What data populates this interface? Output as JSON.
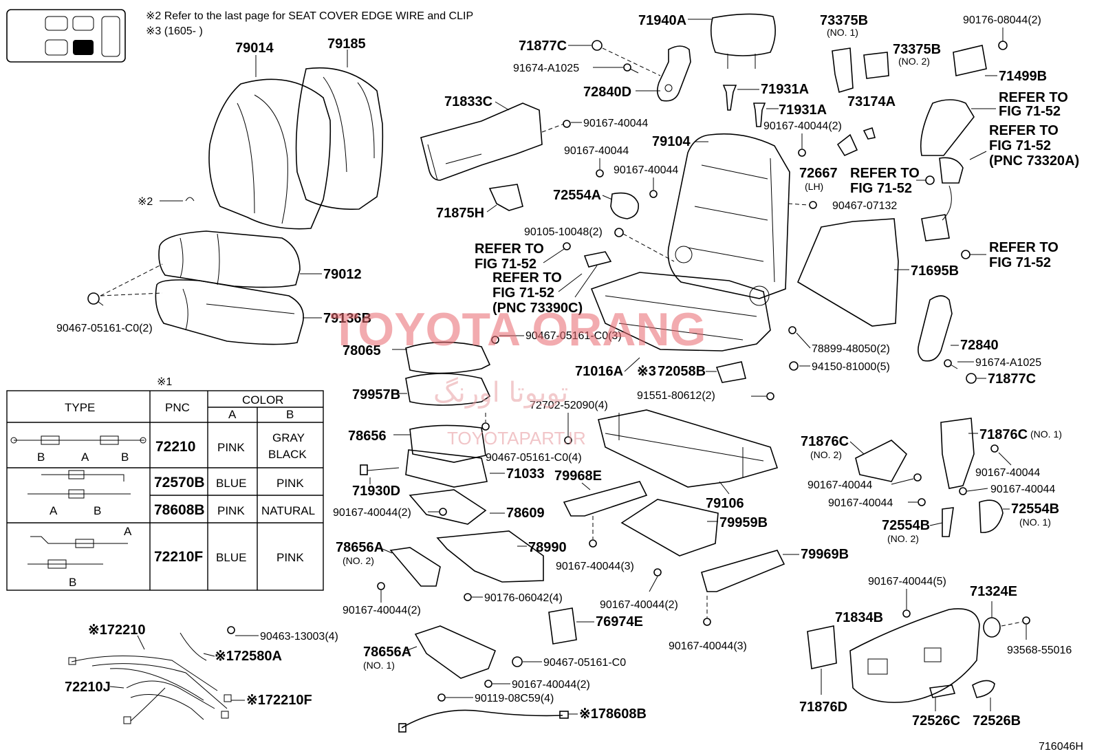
{
  "notes": {
    "note2": "※2 Refer to the last page for SEAT COVER EDGE WIRE and CLIP",
    "note3": "※3 (1605-        )"
  },
  "labels": {
    "p79014": "79014",
    "p79185": "79185",
    "p79012": "79012",
    "p79136B": "79136B",
    "p90467_05161_c0_2": "90467-05161-C0(2)",
    "mark2": "※2",
    "p71877C_top": "71877C",
    "p91674_A1025_top": "91674-A1025",
    "p71940A": "71940A",
    "p72840D": "72840D",
    "p71931A_a": "71931A",
    "p71931A_b": "71931A",
    "p90167_40044_2_top": "90167-40044(2)",
    "p71833C": "71833C",
    "p90167_40044_a": "90167-40044",
    "p90167_40044_b": "90167-40044",
    "p90167_40044_c": "90167-40044",
    "p72554A": "72554A",
    "p71875H": "71875H",
    "p90105_10048_2": "90105-10048(2)",
    "p79104": "79104",
    "p72667": "72667",
    "lh": "(LH)",
    "p90467_07132": "90467-07132",
    "p73375B_1": "73375B",
    "no1_a": "(NO. 1)",
    "p73375B_2": "73375B",
    "no2_a": "(NO. 2)",
    "p73174A": "73174A",
    "p90176_08044_2": "90176-08044(2)",
    "p71499B": "71499B",
    "ref1a": "REFER TO",
    "ref1b": "FIG 71-52",
    "ref2a": "REFER TO",
    "ref2b": "FIG 71-52",
    "ref2c": "(PNC 73320A)",
    "ref3a": "REFER TO",
    "ref3b": "FIG 71-52",
    "ref4a": "REFER TO",
    "ref4b": "FIG 71-52",
    "ref5a": "REFER TO",
    "ref5b": "FIG 71-52",
    "ref6a": "REFER TO",
    "ref6b": "FIG 71-52",
    "ref6c": "(PNC 73390C)",
    "p71695B": "71695B",
    "p72840": "72840",
    "p91674_A1025": "91674-A1025",
    "p71877C": "71877C",
    "p78899_48050_2": "78899-48050(2)",
    "p94150_81000_5": "94150-81000(5)",
    "p78065": "78065",
    "p90467_05161_c0_3": "90467-05161-C0(3)",
    "p79957B": "79957B",
    "p71016A": "71016A",
    "mark3": "※3",
    "p72058B": "72058B",
    "p91551_80612_2": "91551-80612(2)",
    "p72702_52090_4": "72702-52090(4)",
    "p78656": "78656",
    "p90467_05161_c0_4": "90467-05161-C0(4)",
    "p71033": "71033",
    "p71930D": "71930D",
    "p79968E": "79968E",
    "p79106": "79106",
    "p90167_40044_2_mid": "90167-40044(2)",
    "p78609": "78609",
    "p79959B": "79959B",
    "p78990": "78990",
    "p78656A_2": "78656A",
    "no2_b": "(NO. 2)",
    "p90167_40044_3_a": "90167-40044(3)",
    "p79969B": "79969B",
    "p90176_06042_4": "90176-06042(4)",
    "p90167_40044_2_b": "90167-40044(2)",
    "p90167_40044_2_c": "90167-40044(2)",
    "p90167_40044_3_b": "90167-40044(3)",
    "p76974E": "76974E",
    "p71876C_2": "71876C",
    "no2_c": "(NO. 2)",
    "p71876C_1": "71876C",
    "no1_b": "(NO. 1)",
    "p90167_40044_d": "90167-40044",
    "p90167_40044_e": "90167-40044",
    "p90167_40044_f": "90167-40044",
    "p90167_40044_g": "90167-40044",
    "p72554B_2": "72554B",
    "no2_d": "(NO. 2)",
    "p72554B_1": "72554B",
    "no1_c": "(NO. 1)",
    "p90167_40044_5": "90167-40044(5)",
    "p71324E": "71324E",
    "p71834B": "71834B",
    "p93568_55016": "93568-55016",
    "p71876D": "71876D",
    "p72526C": "72526C",
    "p72526B": "72526B",
    "p72210_bot": "※172210",
    "p90463_13003_4": "90463-13003(4)",
    "p72580A": "※172580A",
    "p72210J": "72210J",
    "p72210F_bot": "※172210F",
    "p78656A_1": "78656A",
    "no1_d": "(NO. 1)",
    "p90467_05161_c0": "90467-05161-C0",
    "p90167_40044_2_d": "90167-40044(2)",
    "p90119_08C59_4": "90119-08C59(4)",
    "p78608B_bot": "※178608B",
    "fig_id": "716046H"
  },
  "watermark": {
    "main": "TOYOTA ORANG",
    "arabic": "تويوتا اورنگ",
    "site": "TOYOTAPART.IR"
  },
  "table": {
    "title_mark": "※1",
    "headers": {
      "type": "TYPE",
      "pnc": "PNC",
      "color": "COLOR",
      "a": "A",
      "b": "B"
    },
    "rows": [
      {
        "pnc": "72210",
        "a": "PINK",
        "b1": "GRAY",
        "b2": "BLACK",
        "labels": [
          "B",
          "A",
          "B"
        ]
      },
      {
        "pnc": "72570B",
        "a": "BLUE",
        "b": "PINK",
        "labels": [
          "A",
          "B"
        ]
      },
      {
        "pnc": "78608B",
        "a": "PINK",
        "b": "NATURAL"
      },
      {
        "pnc": "72210F",
        "a": "BLUE",
        "b": "PINK",
        "labels": [
          "A",
          "B"
        ]
      }
    ]
  }
}
